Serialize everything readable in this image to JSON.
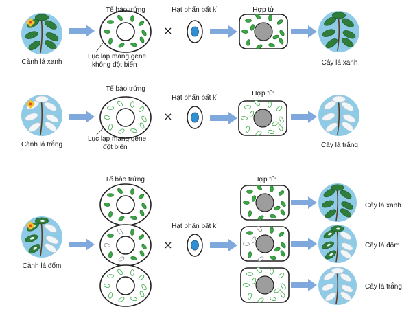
{
  "rows": [
    {
      "branch_label": "Cành lá xanh",
      "egg_label": "Tế bào trứng",
      "chloroplast_note": [
        "Lục lạp mang gene",
        "không đột biến"
      ],
      "pollen_label": "Hạt phấn bất kì",
      "multiply_sign": "×",
      "zygote_label": "Hợp tử",
      "result_label": "Cây lá xanh"
    },
    {
      "branch_label": "Cành lá trắng",
      "egg_label": "Tế bào trứng",
      "chloroplast_note": [
        "Lục lạp mang gene",
        "đột biến"
      ],
      "pollen_label": "Hạt phấn bất kì",
      "multiply_sign": "×",
      "zygote_label": "Hợp tử",
      "result_label": "Cây lá trắng"
    },
    {
      "branch_label": "Cành lá đốm",
      "egg_label": "Tế bào trứng",
      "pollen_label": "Hạt phấn bất kì",
      "multiply_sign": "×",
      "zygote_label": "Hợp tử",
      "results": [
        "Cây lá xanh",
        "Cây lá đốm",
        "Cây lá trắng"
      ]
    }
  ],
  "colors": {
    "arrow": "#7fa8dc",
    "circle_bg": "#8fcbe6",
    "green_chloroplast": "#3aa845",
    "white_chloroplast": "#ffffff",
    "nucleus_egg": "#ffffff",
    "nucleus_zygote": "#9d9d9d",
    "nucleus_pollen": "#2f8fd3",
    "leaf_green": "#2f7d3a",
    "leaf_white": "#f3f6f8"
  }
}
